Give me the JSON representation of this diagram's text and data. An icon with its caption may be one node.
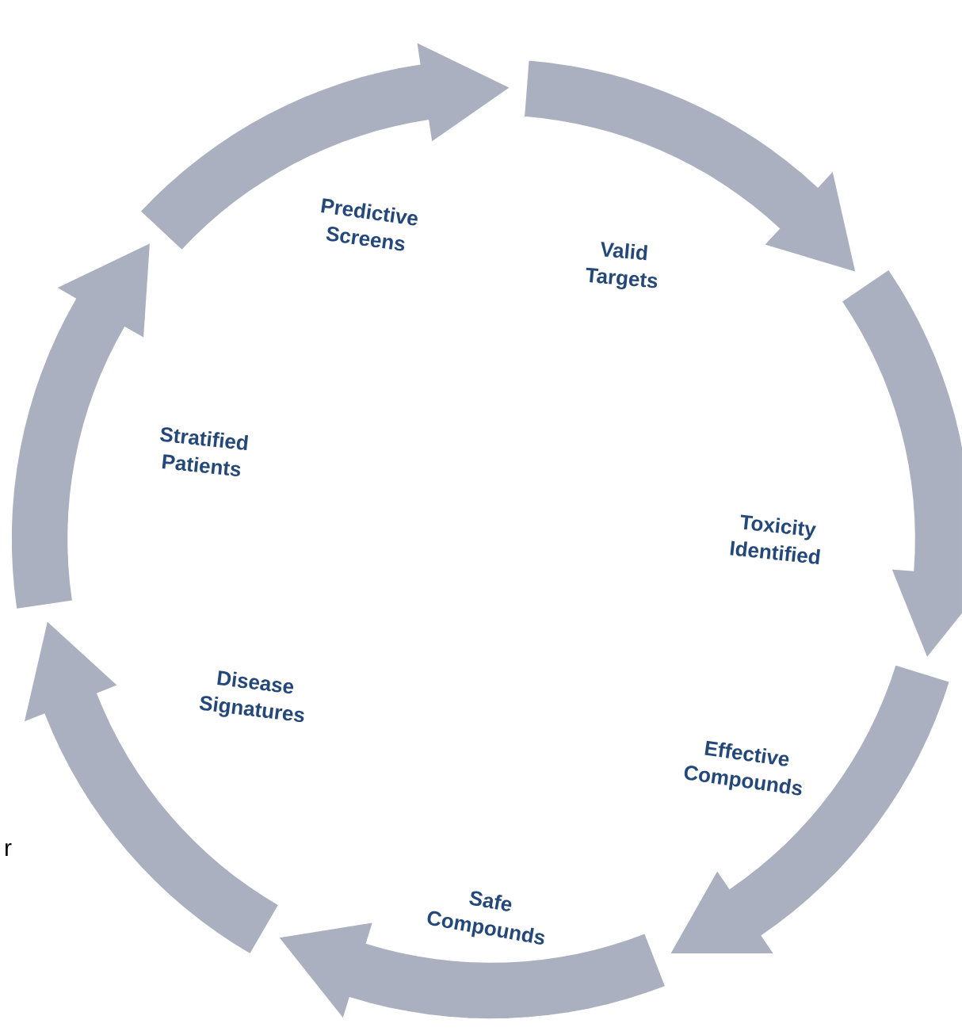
{
  "diagram": {
    "labels": [
      "Predictive Screens",
      "Valid Targets",
      "Stratified Patients",
      "Toxicity Identified",
      "Disease Signatures",
      "Effective Compounds",
      "r",
      "Safe Compounds"
    ]
  }
}
